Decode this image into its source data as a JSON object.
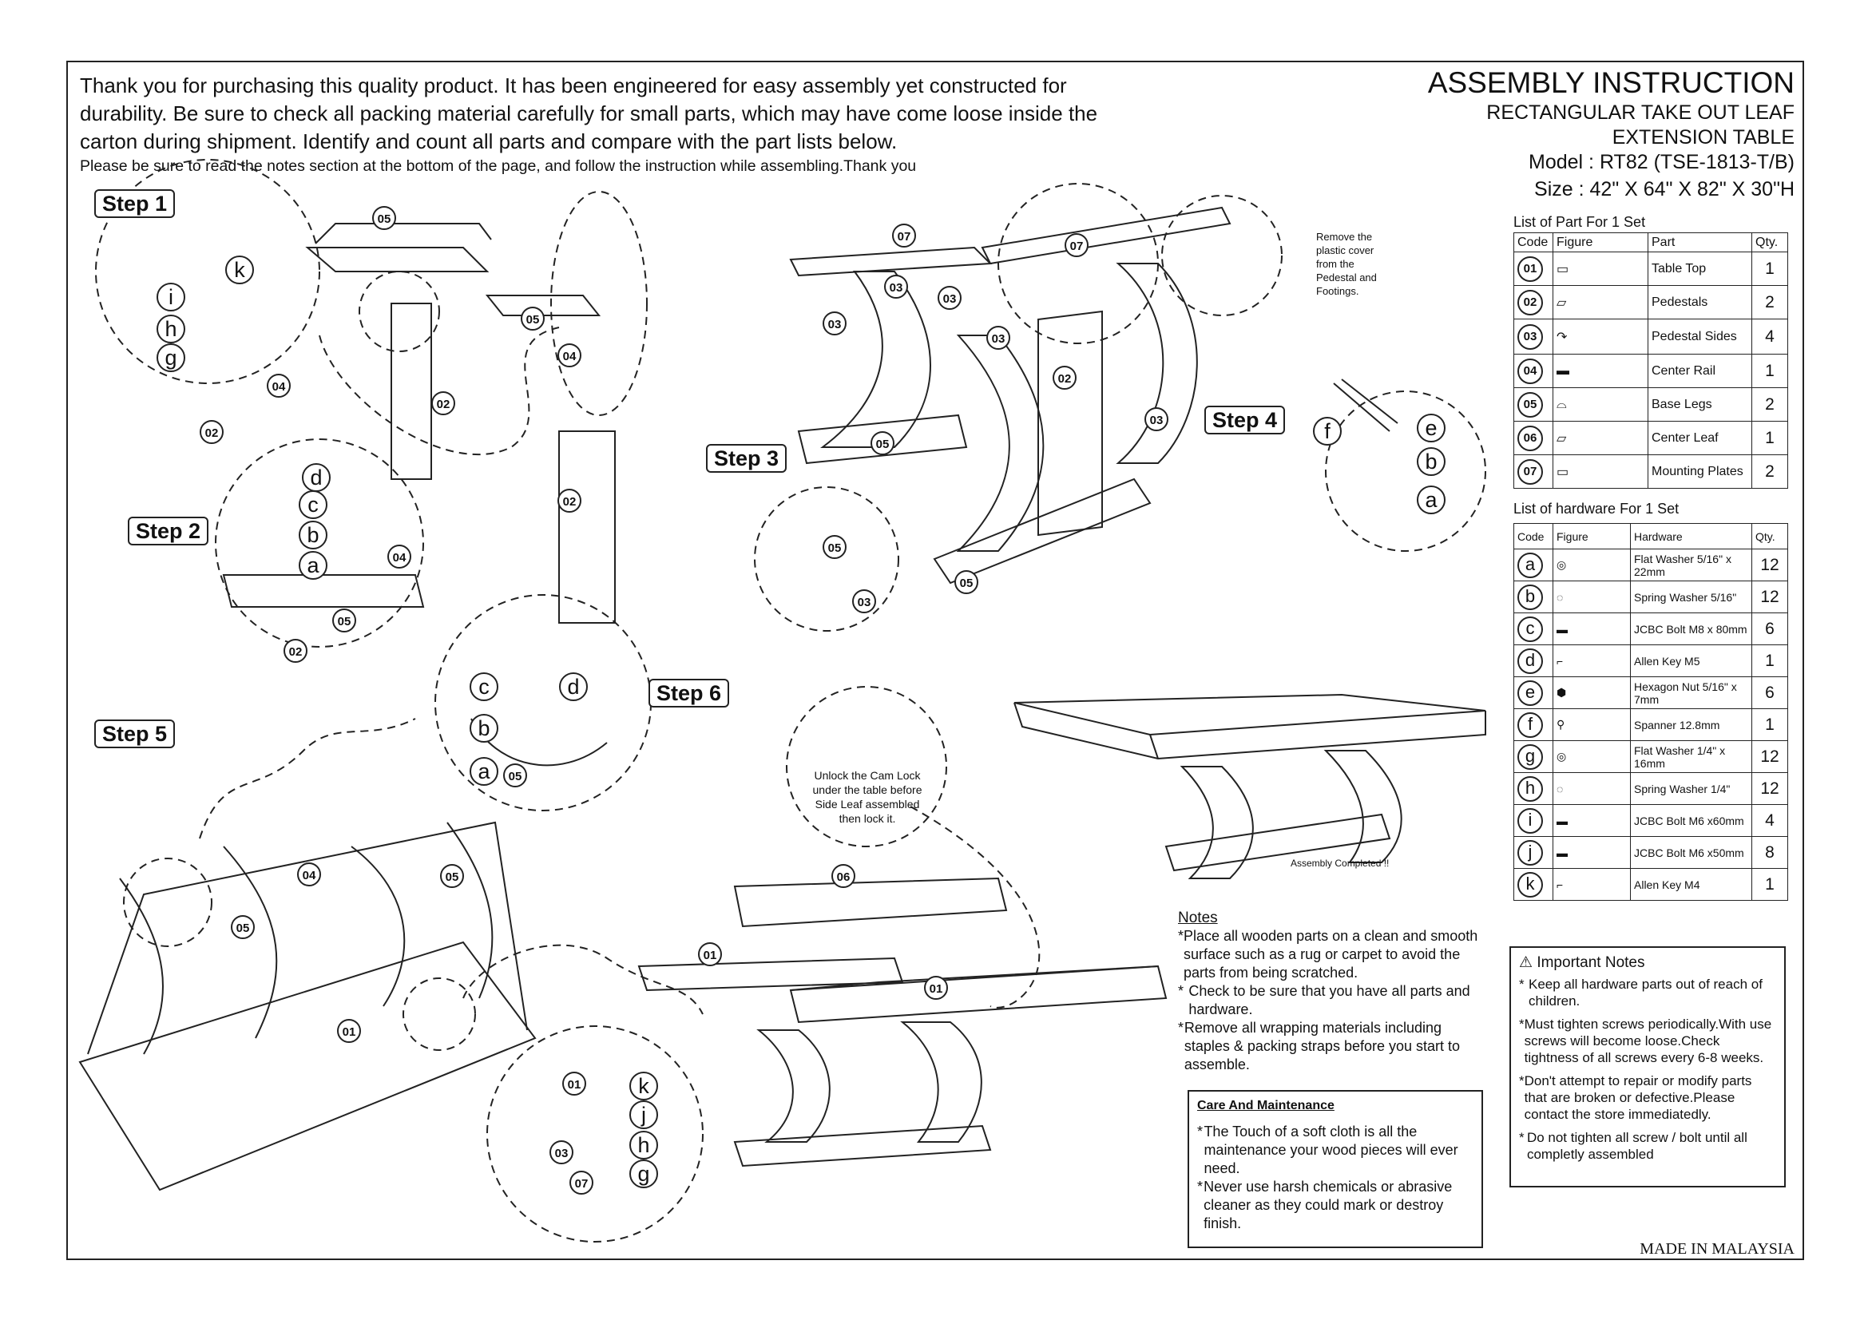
{
  "intro": {
    "line1": "Thank you for purchasing this quality product. It has been engineered for easy assembly yet constructed for",
    "line2": "durability. Be sure to check all packing material carefully for small parts, which may have come loose inside the",
    "line3": "carton during shipment. Identify and count all parts and compare with the part lists below.",
    "note": "Please be sure to read the notes section at the bottom of the page, and follow the instruction while  assembling.Thank you"
  },
  "header": {
    "title": "ASSEMBLY INSTRUCTION",
    "sub1": "RECTANGULAR TAKE OUT LEAF",
    "sub2": "EXTENSION TABLE",
    "model": "Model : RT82 (TSE-1813-T/B)",
    "size": "Size : 42\" X 64\" X 82\" X 30\"H"
  },
  "steps": [
    "Step 1",
    "Step 2",
    "Step 3",
    "Step 4",
    "Step 5",
    "Step 6"
  ],
  "parts_list": {
    "title": "List of Part For 1 Set",
    "headers": [
      "Code",
      "Figure",
      "Part",
      "Qty."
    ],
    "rows": [
      {
        "code": "01",
        "part": "Table Top",
        "qty": "1"
      },
      {
        "code": "02",
        "part": "Pedestals",
        "qty": "2"
      },
      {
        "code": "03",
        "part": "Pedestal Sides",
        "qty": "4"
      },
      {
        "code": "04",
        "part": "Center Rail",
        "qty": "1"
      },
      {
        "code": "05",
        "part": "Base Legs",
        "qty": "2"
      },
      {
        "code": "06",
        "part": "Center Leaf",
        "qty": "1"
      },
      {
        "code": "07",
        "part": "Mounting Plates",
        "qty": "2"
      }
    ]
  },
  "hardware_list": {
    "title": "List of hardware For 1 Set",
    "headers": [
      "Code",
      "Figure",
      "Hardware",
      "Qty."
    ],
    "rows": [
      {
        "code": "a",
        "part": "Flat Washer 5/16\" x 22mm",
        "qty": "12"
      },
      {
        "code": "b",
        "part": "Spring Washer 5/16\"",
        "qty": "12"
      },
      {
        "code": "c",
        "part": "JCBC Bolt M8 x 80mm",
        "qty": "6"
      },
      {
        "code": "d",
        "part": "Allen Key  M5",
        "qty": "1"
      },
      {
        "code": "e",
        "part": "Hexagon Nut 5/16\"  x 7mm",
        "qty": "6"
      },
      {
        "code": "f",
        "part": "Spanner 12.8mm",
        "qty": "1"
      },
      {
        "code": "g",
        "part": "Flat Washer 1/4\" x 16mm",
        "qty": "12"
      },
      {
        "code": "h",
        "part": "Spring Washer 1/4\"",
        "qty": "12"
      },
      {
        "code": "i",
        "part": "JCBC Bolt M6 x60mm",
        "qty": "4"
      },
      {
        "code": "j",
        "part": "JCBC Bolt M6 x50mm",
        "qty": "8"
      },
      {
        "code": "k",
        "part": "Allen Key  M4",
        "qty": "1"
      }
    ]
  },
  "step4_callout": "Remove the plastic cover from the Pedestal and Footings.",
  "step6_callout": "Unlock the Cam Lock under the table before Side Leaf assembled then lock it.",
  "assembly_completed": "Assembly Completed !!",
  "notes": {
    "title": "Notes",
    "items": [
      "Place all wooden parts on a clean and smooth surface such as a rug or carpet to avoid the parts from being scratched.",
      "Check to be sure that you have all parts and hardware.",
      "Remove all wrapping materials including staples & packing straps before you start to assemble."
    ]
  },
  "care": {
    "title": "Care And Maintenance",
    "item1": "The  Touch of a soft cloth is all the maintenance your wood pieces will ever need.",
    "item2": "Never use harsh chemicals or abrasive cleaner as they could mark or destroy finish."
  },
  "important": {
    "title": "Important Notes",
    "items": [
      "Keep all hardware parts out of reach of children.",
      "Must tighten screws periodically.With use screws will become loose.Check tightness of all screws every 6-8 weeks.",
      "Don't attempt to repair or modify parts that are broken or defective.Please contact the store immediatedly.",
      "Do not tighten all screw / bolt until all completly assembled"
    ]
  },
  "labels": {
    "p01": "01",
    "p02": "02",
    "p03": "03",
    "p04": "04",
    "p05": "05",
    "p06": "06",
    "p07": "07",
    "a": "a",
    "b": "b",
    "c": "c",
    "d": "d",
    "e": "e",
    "f": "f",
    "g": "g",
    "h": "h",
    "i": "i",
    "j": "j",
    "k": "k"
  },
  "footer": "MADE IN MALAYSIA"
}
